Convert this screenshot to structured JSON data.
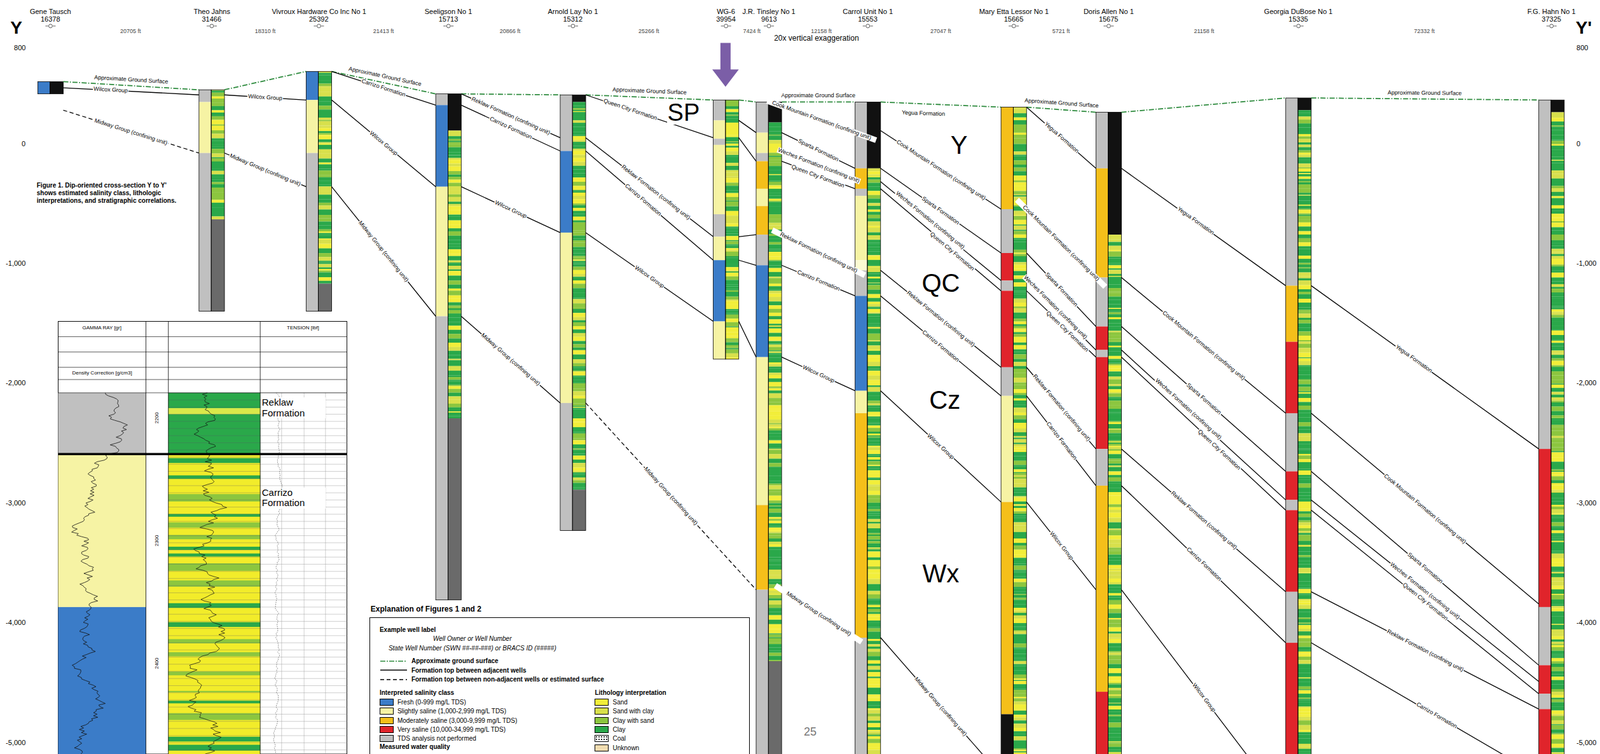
{
  "diagram": {
    "caption": "Figure 1. Dip-oriented cross-section Y to Y' shows estimated salinity class, lithologic interpretations, and stratigraphic correlations.",
    "nodes": [
      {
        "text": [
          "Explanation of Figures 1 and 2"
        ]
      }
    ],
    "labels": [
      "Y",
      "Y'",
      "Gene Tausch",
      "16378",
      "Theo Jahns",
      "31466",
      "Vivroux Hardware Co Inc No 1",
      "25392",
      "Seeligson No 1",
      "15713",
      "Arnold Lay No 1",
      "15312",
      "WG-6",
      "39954",
      "J.R. Tinsley No 1",
      "9613",
      "Carrol Unit No 1",
      "15553",
      "Mary Etta Lessor No 1",
      "15665",
      "Doris Allen No 1",
      "15675",
      "Georgia DuBose No 1",
      "15335",
      "F.G. Hahn No 1",
      "37325",
      "20705 ft",
      "18310 ft",
      "21413 ft",
      "20866 ft",
      "25266 ft",
      "7424 ft",
      "12158 ft",
      "27047 ft",
      "5721 ft",
      "21158 ft",
      "72332 ft",
      "20x vertical exaggeration",
      "800",
      "0",
      "-1,000",
      "-2,000",
      "-3,000",
      "-4,000",
      "-5,000",
      "800",
      "0",
      "-1,000",
      "-2,000",
      "-3,000",
      "-4,000",
      "-5,000",
      "SP",
      "Y",
      "QC",
      "Cz",
      "Wx",
      "25",
      "Approximate Ground Surface",
      "Approximate Ground Surface",
      "Approximate Ground Surface",
      "Approximate Ground Surface",
      "Approximate Ground Surface",
      "Approximate Ground Surface",
      "Reklaw Formation",
      "Carrizo Formation",
      "GAMMA RAY [gr]",
      "TENSION [lbf]",
      "Density Correction [g/cm3]",
      "2200",
      "2300",
      "2400",
      "Example well label",
      "Well Owner or Well Number",
      "State Well Number (SWN ##-##-###) or BRACS ID (#####)",
      "Interpreted salinity class",
      "Lithology interpretation",
      "Measured water quality",
      "Wilcox Group",
      "Midway Group (confining unit)",
      "Wilcox Group",
      "Midway Group (confining unit)",
      "Carrizo Formation",
      "Wilcox Group",
      "Midway Group (confining unit)",
      "Reklaw Formation (confining unit)",
      "Carrizo Formation",
      "Wilcox Group",
      "Midway Group (confining unit)",
      "Queen City Formation",
      "Reklaw Formation (confining unit)",
      "Carrizo Formation",
      "Wilcox Group",
      "Midway Group (confining unit)",
      "Cook Mountain Formation (confining unit)",
      "Sparta Formation",
      "Weches Formation (confining unit)",
      "Queen City Formation",
      "Reklaw Formation (confining unit)",
      "Carrizo Formation",
      "Wilcox Group",
      "Midway Group (confining unit)",
      "Yegua Formation",
      "Cook Mountain Formation (confining unit)",
      "Sparta Formation",
      "Weches Formation (confining unit)",
      "Queen City Formation",
      "Reklaw Formation (confining unit)",
      "Carrizo Formation",
      "Wilcox Group",
      "Midway Group (confining unit)",
      "Yegua Formation",
      "Cook Mountain Formation (confining unit)",
      "Sparta Formation",
      "Weches Formation (confining unit)",
      "Queen City Formation",
      "Reklaw Formation (confining unit)",
      "Carrizo Formation",
      "Wilcox Group",
      "Yegua Formation",
      "Cook Mountain Formation (confining unit)",
      "Sparta Formation",
      "Weches Formation (confining unit)",
      "Queen City Formation",
      "Reklaw Formation (confining unit)",
      "Carrizo Formation",
      "Wilcox Group",
      "Yegua Formation",
      "Cook Mountain Formation (confining unit)",
      "Sparta Formation",
      "Weches Formation (confining unit)",
      "Queen City Formation",
      "Reklaw Formation (confining unit)",
      "Carrizo Formation"
    ],
    "legend": [
      {
        "text": "Approximate ground surface"
      },
      {
        "text": "Formation top between adjacent wells"
      },
      {
        "text": "Formation top between non-adjacent wells or estimated surface"
      },
      {
        "text": "Fresh (0-999 mg/L TDS)",
        "color": "#3b7cc8"
      },
      {
        "text": "Slightly saline (1,000-2,999 mg/L TDS)",
        "color": "#f6f3a4"
      },
      {
        "text": "Moderately saline (3,000-9,999 mg/L TDS)",
        "color": "#f5bf1a"
      },
      {
        "text": "Very saline (10,000-34,999 mg/L TDS)",
        "color": "#e0242b"
      },
      {
        "text": "TDS analysis not performed",
        "color": "#c0c0c0"
      },
      {
        "text": "Sand",
        "color": "#f2ee3a"
      },
      {
        "text": "Sand with clay",
        "color": "#d8e04c"
      },
      {
        "text": "Clay with sand",
        "color": "#8cc63f"
      },
      {
        "text": "Clay",
        "color": "#2aa84a"
      },
      {
        "text": "Coal"
      },
      {
        "text": "Unknown",
        "color": "#f0dcb0"
      }
    ]
  }
}
